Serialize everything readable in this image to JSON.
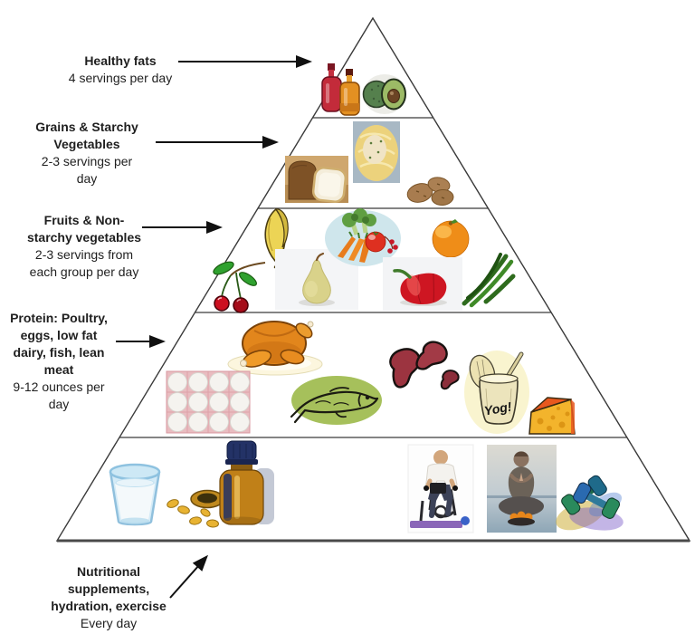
{
  "page": {
    "background": "#ffffff",
    "outline_color": "#3a3a3a",
    "text_color": "#1f1f1f"
  },
  "labels": [
    {
      "title": "Healthy fats",
      "subtitle": "4 servings per day",
      "title_lines": [
        "Healthy fats"
      ],
      "subtitle_lines": [
        "4 servings per day"
      ]
    },
    {
      "title": "Grains & Starchy Vegetables",
      "subtitle": "2-3 servings per day",
      "title_lines": [
        "Grains & Starchy",
        "Vegetables"
      ],
      "subtitle_lines": [
        "2-3 servings per",
        "day"
      ]
    },
    {
      "title": "Fruits & Non-starchy vegetables",
      "subtitle": "2-3 servings from each group per day",
      "title_lines": [
        "Fruits & Non-",
        "starchy vegetables"
      ],
      "subtitle_lines": [
        "2-3 servings from",
        "each group per day"
      ]
    },
    {
      "title": "Protein: Poultry, eggs, low fat dairy, fish, lean meat",
      "subtitle": "9-12 ounces per day",
      "title_lines": [
        "Protein: Poultry,",
        "eggs, low fat",
        "dairy, fish, lean",
        "meat"
      ],
      "subtitle_lines": [
        "9-12 ounces per",
        "day"
      ]
    },
    {
      "title": "Nutritional supplements, hydration, exercise",
      "subtitle": "Every day",
      "title_lines": [
        "Nutritional",
        "supplements,",
        "hydration, exercise"
      ],
      "subtitle_lines": [
        "Every day"
      ]
    }
  ],
  "tiers": [
    {
      "name": "healthy-fats",
      "items": [
        "oil-bottles-icon",
        "avocado-icon"
      ]
    },
    {
      "name": "grains-starchy-vegetables",
      "items": [
        "bread-icon",
        "rice-dish-icon",
        "potatoes-icon"
      ]
    },
    {
      "name": "fruits-nonstarchy-vegetables",
      "items": [
        "banana-icon",
        "cherries-icon",
        "pear-icon",
        "vegetable-plate-icon",
        "orange-icon",
        "red-pepper-icon",
        "green-beans-icon"
      ]
    },
    {
      "name": "protein",
      "items": [
        "roast-turkey-icon",
        "egg-carton-icon",
        "fish-icon",
        "kidney-beans-icon",
        "yogurt-cup-icon",
        "cheese-wedge-icon"
      ],
      "yogurt_text": "Yog!"
    },
    {
      "name": "supplements-hydration-exercise",
      "items": [
        "water-glass-icon",
        "supplement-pills-icon",
        "supplement-bottle-icon",
        "exercise-bike-icon",
        "yoga-icon",
        "dumbbells-icon"
      ]
    }
  ]
}
